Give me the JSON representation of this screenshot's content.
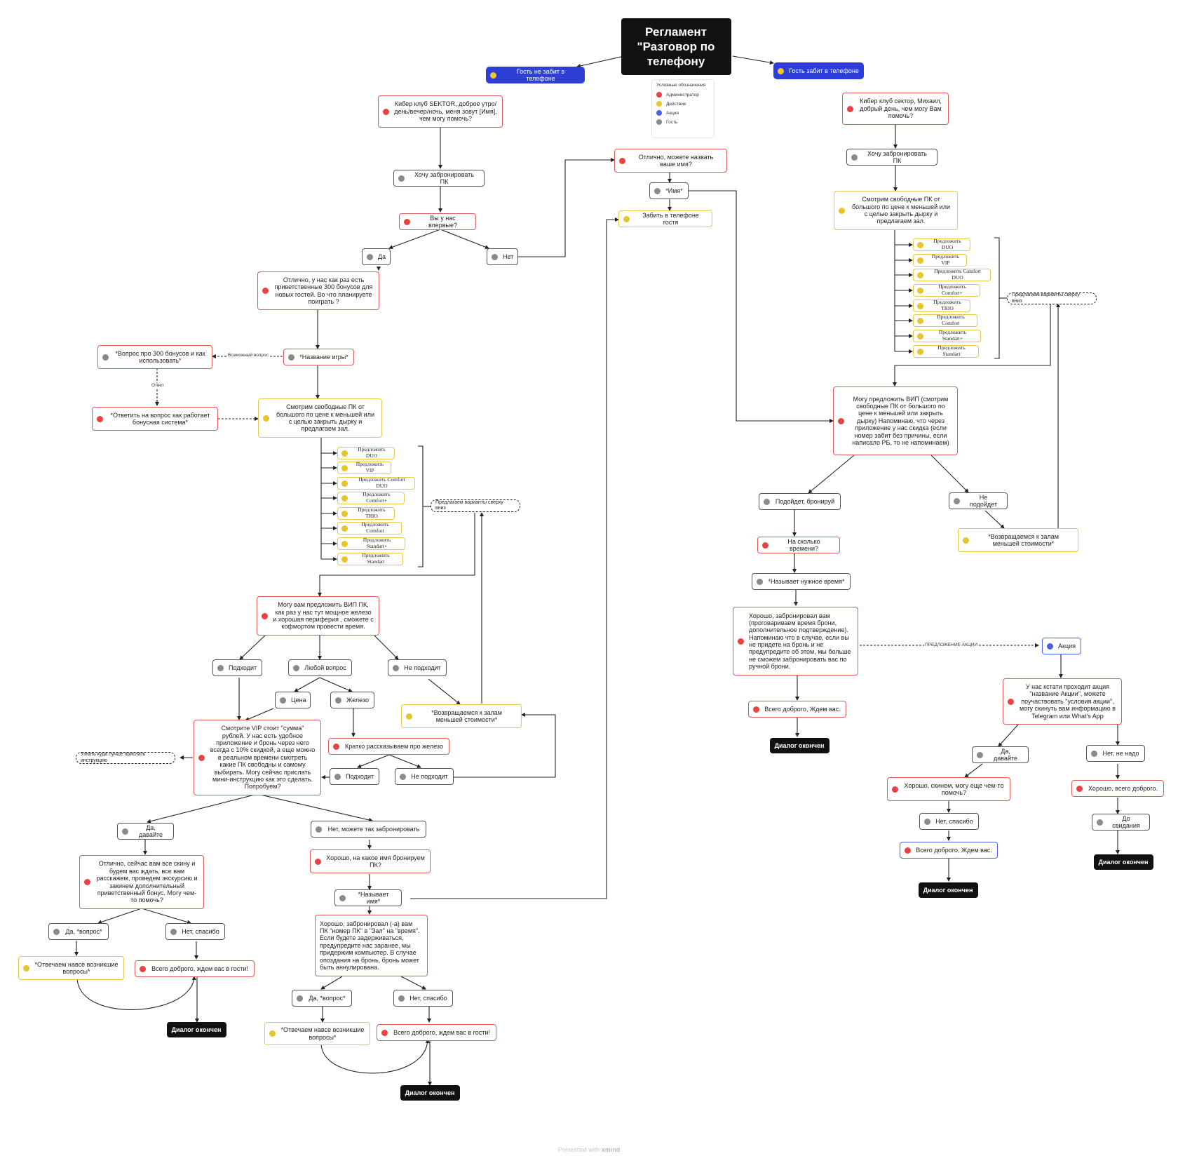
{
  "title": "Регламент\n\"Разговор по\nтелефону",
  "legend": {
    "title": "Условные обозначения",
    "items": [
      {
        "label": "Администратор",
        "color": "#e84343"
      },
      {
        "label": "Действие",
        "color": "#e7c52c"
      },
      {
        "label": "Акция",
        "color": "#4a60e8"
      },
      {
        "label": "Гость",
        "color": "#8a8a8a"
      }
    ]
  },
  "colors": {
    "admin": "#e84343",
    "action": "#e7c52c",
    "promo": "#4a60e8",
    "guest": "#8a8a8a",
    "branch": "#2d3fd6"
  },
  "nodes": {
    "branch_new": "Гость не забит в телефоне",
    "branch_known": "Гость забит в телефоне",
    "l_greet": "Кибер клуб SEKTOR, доброе утро/день/вечер/ночь, меня зовут [Имя], чем могу помочь?",
    "l_book": "Хочу забронировать ПК",
    "l_first": "Вы у нас впервые?",
    "l_yes": "Да",
    "l_no": "Нет",
    "l_bonus": "Отлично, у нас как раз есть приветственные 300 бонусов для новых гостей. Во что планируете поиграть ?",
    "l_game": "*Название игры*",
    "l_q300": "*Вопрос про 300 бонусов и как использовать*",
    "l_answer": "*Ответить на вопрос как работает бонусная система*",
    "l_look": "Смотрим свободные ПК от большого по цене к меньшей или с целью закрыть дырку и предлагаем зал.",
    "l_hint": "Предлагаем варианты сверху вниз",
    "l_vip": "Могу вам предложить ВИП ПК, как раз у нас тут мощное железо и хорошая периферия , сможете с кофмортом провести время.",
    "l_fits": "Подходит",
    "l_anyq": "Любой вопрос",
    "l_notfit": "Не подходит",
    "l_price": "Цена",
    "l_hw": "Железо",
    "l_back": "*Возвращаемся к залам меньшей стоимости*",
    "l_vipinfo": "Смотрите VIP стоит \"сумма\" рублей. У нас есть удобное приложение и бронь через него всегда с 10% скидкой, а еще можно в реальном времени смотреть какие ПК свободны и самому выбирать. Могу сейчас прислать мини-инструкцию как это сделать. Попробуем?",
    "l_where": "Узнать куда лучше прислать инструкцию",
    "l_hwtell": "Кратко рассказываем про железо",
    "l_hwfit": "Подходит",
    "l_hwnot": "Не подходит",
    "l_yes2": "Да, давайте",
    "l_nobook": "Нет, можете так забронировать",
    "l_send": "Отлично, сейчас вам все скину и будем вас ждать, все вам расскажем, проведем экскурсию и закинем дополнительный приветственный бонус. Могу чем-то помочь?",
    "l_name": "Хорошо, на какое имя бронируем ПК?",
    "l_gives": "*Называет имя*",
    "l_booked": "Хорошо, забронировал (-а) вам ПК \"номер ПК\" в \"Зал\" на \"время\". Если будете задерживаться, предупредите нас заранее, мы придержим компьютер. В случае опоздания на бронь, бронь может быть аннулирована.",
    "l_yq1": "Да, *вопрос*",
    "l_nt1": "Нет, спасибо",
    "l_ans1": "*Отвечаем навсе возникшие вопросы*",
    "l_bye1": "Всего доброго, ждем вас в гости!",
    "l_end1": "Диалог окончен",
    "l_yq2": "Да, *вопрос*",
    "l_nt2": "Нет, спасибо",
    "l_ans2": "*Отвечаем навсе возникшие вопросы*",
    "l_bye2": "Всего доброго, ждем вас в гости!",
    "l_end2": "Диалог окончен",
    "m_askname": "Отлично, можете назвать ваше имя?",
    "m_name": "*Имя*",
    "m_save": "Забить в телефоне гостя",
    "r_greet": "Кибер клуб сектор, Михаил, добрый день, чем могу Вам помочь?",
    "r_book": "Хочу забронировать ПК",
    "r_look": "Смотрим свободные ПК от большого по цене к меньшей или с целью закрыть дырку и предлагаем зал.",
    "r_hint": "Предлагаем варианты сверху вниз",
    "r_vip": "Могу предложить ВИП (смотрим свободные ПК от большого по цене к меньшей или закрыть дырку)\nНапоминаю, что через приложение у нас скидка (если номер забит без причины, если написало РБ, то не напоминаем)",
    "r_ok": "Подойдет, бронируй",
    "r_notok": "Не подойдет",
    "r_back": "*Возвращаемся к залам меньшей стоимости*",
    "r_howlong": "На сколько времени?",
    "r_time": "*Называет нужное время*",
    "r_booked": "Хорошо, забронировал вам (проговариваем время брони, дополнительное подтверждение). Напоминаю что в случае, если вы не придете на бронь и не предупредите об этом, мы больше не сможем забронировать вас по ручной брони.",
    "r_bye": "Всего доброго, Ждем вас.",
    "r_end": "Диалог окончен",
    "r_promo": "Акция",
    "r_promotext": "У нас кстати проходит акция \"название Акции\", можете поучаствовать \"условия акции\", могу скинуть вам информацию в Telegram или What's App",
    "r_yes": "Да, давайте",
    "r_no": "Нет, не надо",
    "r_sent": "Хорошо, скинем,  могу еще чем-то помочь?",
    "r_allgood": "Хорошо, всего доброго.",
    "r_nothanks": "Нет, спасибо",
    "r_seeyou": "До свидания",
    "r_bye2": "Всего доброго, Ждем вас.",
    "r_end2": "Диалог окончен",
    "r_end3": "Диалог окончен"
  },
  "offers": [
    "Предложить DUO",
    "Предложить VIP",
    "Предложить Comfort DUO",
    "Предложить Comfort+",
    "Предложить TRIO",
    "Предложить Comfort",
    "Предложить Standart+",
    "Предложить Standart"
  ],
  "edge_labels": {
    "possible_q": "Возможный вопрос",
    "answer": "Ответ",
    "promo_offer": "ПРЕДЛОЖЕНИЕ АКЦИИ"
  },
  "footer": {
    "prefix": "Presented with",
    "brand": "xmind"
  }
}
